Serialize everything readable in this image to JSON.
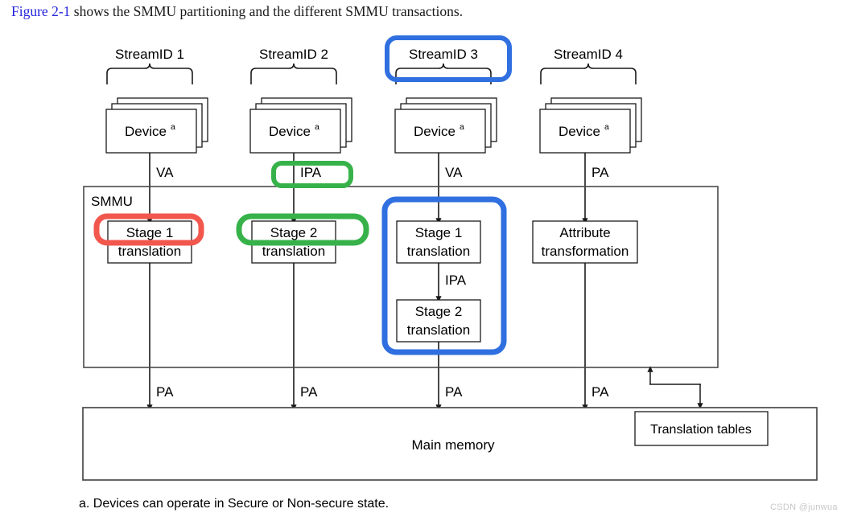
{
  "caption": {
    "figure_ref": "Figure 2-1",
    "rest": " shows the SMMU partitioning and the different SMMU transactions."
  },
  "colors": {
    "annotation_red": "#f2574e",
    "annotation_green": "#37b24a",
    "annotation_blue": "#2f6fe0",
    "figure_ref_blue": "#2222dd",
    "stroke": "#1a1a1a",
    "watermark": "#c8c8c8"
  },
  "streams": [
    {
      "id": "s1",
      "label": "StreamID 1",
      "device": "Device",
      "device_sup": "a",
      "bus_label": "VA",
      "blocks": [
        {
          "line1": "Stage 1",
          "line2": "translation"
        }
      ],
      "out_label": "PA",
      "highlight": "red"
    },
    {
      "id": "s2",
      "label": "StreamID 2",
      "device": "Device",
      "device_sup": "a",
      "bus_label": "IPA",
      "blocks": [
        {
          "line1": "Stage 2",
          "line2": "translation"
        }
      ],
      "out_label": "PA",
      "highlight": "green"
    },
    {
      "id": "s3",
      "label": "StreamID 3",
      "device": "Device",
      "device_sup": "a",
      "bus_label": "VA",
      "blocks": [
        {
          "line1": "Stage 1",
          "line2": "translation"
        },
        {
          "line1": "Stage 2",
          "line2": "translation"
        }
      ],
      "mid_label": "IPA",
      "out_label": "PA",
      "highlight": "blue"
    },
    {
      "id": "s4",
      "label": "StreamID 4",
      "device": "Device",
      "device_sup": "a",
      "bus_label": "PA",
      "blocks": [
        {
          "line1": "Attribute",
          "line2": "transformation"
        }
      ],
      "out_label": "PA",
      "highlight": "none"
    }
  ],
  "smmu": {
    "label": "SMMU"
  },
  "memory": {
    "label": "Main memory"
  },
  "translation_tables": {
    "label": "Translation tables"
  },
  "footnote": {
    "text": "a. Devices can operate in Secure or Non-secure state."
  },
  "watermark": {
    "text": "CSDN @junwua"
  }
}
